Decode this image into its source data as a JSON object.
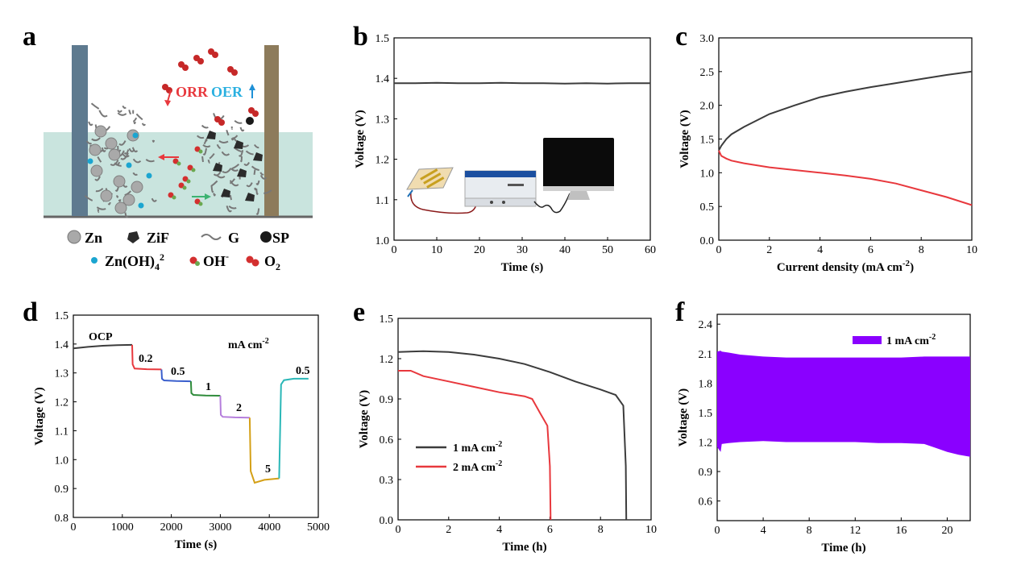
{
  "panels": {
    "a": {
      "letter": "a",
      "labels": {
        "orr": "ORR",
        "oer": "OER",
        "zn": "Zn",
        "zif": "ZiF",
        "g": "G",
        "sp": "SP",
        "zincate": "Zn(OH)",
        "zincate_sub": "4",
        "zincate_sup": "2",
        "oh": "OH",
        "oh_sup": "-",
        "o2": "O",
        "o2_sub": "2"
      }
    },
    "b": {
      "letter": "b"
    },
    "c": {
      "letter": "c"
    },
    "d": {
      "letter": "d"
    },
    "e": {
      "letter": "e"
    },
    "f": {
      "letter": "f"
    }
  },
  "colors": {
    "black_line": "#3c3c3c",
    "red_line": "#e8383d",
    "purple": "#8a00ff",
    "electrolyte": "#c9e4de",
    "left_electrode": "#5e7a8f",
    "right_electrode": "#8d7b5b"
  },
  "chart_data": [
    {
      "id": "b",
      "type": "line",
      "xlabel": "Time (s)",
      "ylabel": "Voltage (V)",
      "xlim": [
        0,
        60
      ],
      "ylim": [
        1.0,
        1.5
      ],
      "xticks": [
        "0",
        "10",
        "20",
        "30",
        "40",
        "50",
        "60"
      ],
      "yticks": [
        "1.0",
        "1.1",
        "1.2",
        "1.3",
        "1.4",
        "1.5"
      ],
      "series": [
        {
          "color": "#3c3c3c",
          "x": [
            0,
            5,
            10,
            15,
            20,
            25,
            30,
            35,
            40,
            45,
            50,
            55,
            60
          ],
          "y": [
            1.388,
            1.388,
            1.389,
            1.388,
            1.388,
            1.389,
            1.388,
            1.388,
            1.387,
            1.388,
            1.387,
            1.388,
            1.388
          ]
        }
      ]
    },
    {
      "id": "c",
      "type": "line",
      "xlabel": "Current density (mA cm",
      "xlabel_sup": "-2",
      "xlabel_end": ")",
      "ylabel": "Voltage (V)",
      "xlim": [
        0,
        10
      ],
      "ylim": [
        0.0,
        3.0
      ],
      "xticks": [
        "0",
        "2",
        "4",
        "6",
        "8",
        "10"
      ],
      "yticks": [
        "0.0",
        "0.5",
        "1.0",
        "1.5",
        "2.0",
        "2.5",
        "3.0"
      ],
      "series": [
        {
          "color": "#3c3c3c",
          "x": [
            0,
            0.1,
            0.3,
            0.5,
            1,
            2,
            3,
            4,
            5,
            6,
            7,
            8,
            9,
            10
          ],
          "y": [
            1.33,
            1.4,
            1.5,
            1.57,
            1.68,
            1.87,
            2.0,
            2.12,
            2.2,
            2.27,
            2.33,
            2.39,
            2.45,
            2.5
          ]
        },
        {
          "color": "#e8383d",
          "x": [
            0,
            0.1,
            0.3,
            0.5,
            1,
            2,
            3,
            4,
            5,
            6,
            7,
            8,
            9,
            10
          ],
          "y": [
            1.33,
            1.25,
            1.21,
            1.18,
            1.14,
            1.08,
            1.04,
            1.0,
            0.96,
            0.91,
            0.84,
            0.74,
            0.64,
            0.52
          ]
        }
      ]
    },
    {
      "id": "d",
      "type": "line",
      "xlabel": "Time (s)",
      "ylabel": "Voltage (V)",
      "xlim": [
        0,
        5000
      ],
      "ylim": [
        0.8,
        1.5
      ],
      "xticks": [
        "0",
        "1000",
        "2000",
        "3000",
        "4000",
        "5000"
      ],
      "yticks": [
        "0.8",
        "0.9",
        "1.0",
        "1.1",
        "1.2",
        "1.3",
        "1.4",
        "1.5"
      ],
      "annotations": [
        "OCP",
        "0.2",
        "0.5",
        "1",
        "2",
        "5",
        "0.5",
        "mA cm"
      ],
      "annotation_sup": "-2",
      "series": [
        {
          "color": "#3c3c3c",
          "x": [
            0,
            300,
            600,
            900,
            1200
          ],
          "y": [
            1.385,
            1.39,
            1.394,
            1.396,
            1.397
          ]
        },
        {
          "color": "#e8383d",
          "x": [
            1200,
            1210,
            1250,
            1500,
            1800
          ],
          "y": [
            1.397,
            1.33,
            1.315,
            1.313,
            1.312
          ]
        },
        {
          "color": "#3a5fcd",
          "x": [
            1800,
            1810,
            1850,
            2100,
            2400
          ],
          "y": [
            1.312,
            1.28,
            1.274,
            1.272,
            1.271
          ]
        },
        {
          "color": "#2e8b3a",
          "x": [
            2400,
            2410,
            2450,
            2700,
            3000
          ],
          "y": [
            1.271,
            1.23,
            1.224,
            1.222,
            1.221
          ]
        },
        {
          "color": "#b57edc",
          "x": [
            3000,
            3010,
            3050,
            3300,
            3600
          ],
          "y": [
            1.221,
            1.155,
            1.148,
            1.146,
            1.145
          ]
        },
        {
          "color": "#d4a017",
          "x": [
            3600,
            3620,
            3700,
            3900,
            4200
          ],
          "y": [
            1.145,
            0.96,
            0.92,
            0.93,
            0.935
          ]
        },
        {
          "color": "#2ab7b7",
          "x": [
            4200,
            4240,
            4300,
            4500,
            4800
          ],
          "y": [
            0.935,
            1.26,
            1.275,
            1.28,
            1.28
          ]
        }
      ]
    },
    {
      "id": "e",
      "type": "line",
      "xlabel": "Time (h)",
      "ylabel": "Voltage (V)",
      "xlim": [
        0,
        10
      ],
      "ylim": [
        0.0,
        1.5
      ],
      "xticks": [
        "0",
        "2",
        "4",
        "6",
        "8",
        "10"
      ],
      "yticks": [
        "0.0",
        "0.3",
        "0.6",
        "0.9",
        "1.2",
        "1.5"
      ],
      "legend": {
        "position": "lower-left",
        "unit_sup": "-2"
      },
      "series": [
        {
          "name": "1 mA cm",
          "color": "#3c3c3c",
          "x": [
            0,
            1,
            2,
            3,
            4,
            5,
            6,
            7,
            8,
            8.6,
            8.9,
            9.0,
            9.02
          ],
          "y": [
            1.25,
            1.255,
            1.25,
            1.23,
            1.2,
            1.16,
            1.1,
            1.03,
            0.97,
            0.93,
            0.85,
            0.4,
            0.0
          ]
        },
        {
          "name": "2 mA cm",
          "color": "#e8383d",
          "x": [
            0,
            0.5,
            1,
            2,
            3,
            4,
            5,
            5.3,
            5.6,
            5.9,
            6.0,
            6.03
          ],
          "y": [
            1.11,
            1.11,
            1.07,
            1.03,
            0.99,
            0.95,
            0.92,
            0.9,
            0.8,
            0.7,
            0.4,
            0.0
          ]
        }
      ]
    },
    {
      "id": "f",
      "type": "area",
      "xlabel": "Time (h)",
      "ylabel": "Voltage (V)",
      "xlim": [
        0,
        22
      ],
      "ylim": [
        0.4,
        2.5
      ],
      "xticks": [
        "0",
        "4",
        "8",
        "12",
        "16",
        "20"
      ],
      "yticks": [
        "0.6",
        "0.9",
        "1.2",
        "1.5",
        "1.8",
        "2.1",
        "2.4"
      ],
      "legend": {
        "position": "top-right",
        "unit_sup": "-2"
      },
      "series": [
        {
          "name": "1 mA cm",
          "color": "#8a00ff",
          "x": [
            0,
            0.3,
            0.4,
            1,
            2,
            4,
            6,
            8,
            10,
            12,
            14,
            16,
            18,
            19,
            20,
            21,
            22
          ],
          "upper": [
            2.12,
            2.13,
            2.12,
            2.11,
            2.09,
            2.07,
            2.06,
            2.06,
            2.06,
            2.06,
            2.06,
            2.06,
            2.07,
            2.07,
            2.07,
            2.07,
            2.07
          ],
          "lower": [
            1.15,
            1.1,
            1.18,
            1.19,
            1.2,
            1.21,
            1.2,
            1.2,
            1.2,
            1.2,
            1.19,
            1.19,
            1.18,
            1.14,
            1.1,
            1.07,
            1.05
          ]
        }
      ]
    }
  ]
}
